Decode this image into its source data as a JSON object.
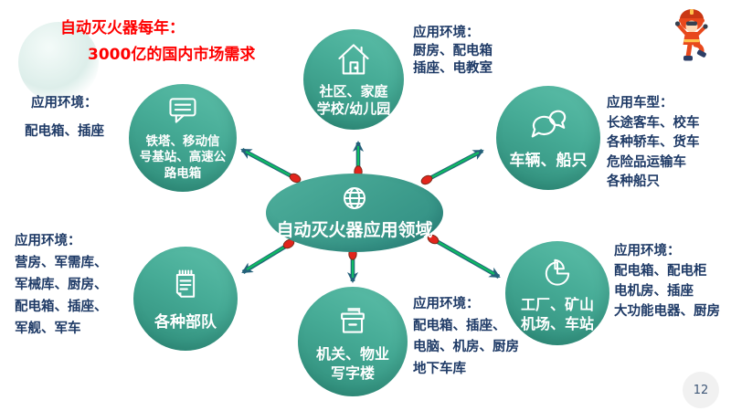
{
  "header": {
    "title_line1": "自动灭火器每年：",
    "title_line2": "3000亿的国内市场需求"
  },
  "center": {
    "label": "自动灭火器应用领域",
    "icon": "globe-icon"
  },
  "nodes": [
    {
      "id": "community",
      "icon": "house-icon",
      "lines": [
        "社区、家庭",
        "学校/幼儿园"
      ],
      "note": {
        "title": "应用环境：",
        "lines": [
          "厨房、配电箱",
          "插座、电教室"
        ]
      }
    },
    {
      "id": "vehicles",
      "icon": "chat-bubbles-icon",
      "lines": [
        "车辆、船只"
      ],
      "note": {
        "title": "应用车型：",
        "lines": [
          "长途客车、校车",
          "各种轿车、货车",
          "危险品运输车",
          "各种船只"
        ]
      }
    },
    {
      "id": "factory",
      "icon": "pie-chart-icon",
      "lines": [
        "工厂、矿山",
        "机场、车站"
      ],
      "note": {
        "title": "应用环境：",
        "lines": [
          "配电箱、配电柜",
          "电机房、插座",
          "大功能电器、厨房"
        ]
      }
    },
    {
      "id": "office",
      "icon": "ballot-box-icon",
      "lines": [
        "机关、物业",
        "写字楼"
      ],
      "note": {
        "title": "应用环境：",
        "lines": [
          "配电箱、插座、",
          "电脑、机房、厨房",
          "地下车库"
        ]
      }
    },
    {
      "id": "army",
      "icon": "notepad-icon",
      "lines": [
        "各种部队"
      ],
      "note": {
        "title": "应用环境：",
        "lines": [
          "营房、军需库、",
          "军械库、厨房、",
          "配电箱、插座、",
          "军舰、军车"
        ]
      }
    },
    {
      "id": "tower",
      "icon": "message-icon",
      "lines": [
        "铁塔、移动信",
        "号基站、高速公",
        "路电箱"
      ],
      "note": {
        "title": "应用环境：",
        "lines": [
          "配电箱、插座"
        ]
      }
    }
  ],
  "page_number": "12",
  "colors": {
    "teal_light": "#5ec0aa",
    "teal_dark": "#2e8b79",
    "arrow_green": "#0fbc62",
    "arrow_outline": "#1e6a77",
    "arrowhead": "#25607a",
    "dot_red": "#e2251c",
    "text_navy": "#1e3a66",
    "title_red": "#fe0000"
  }
}
